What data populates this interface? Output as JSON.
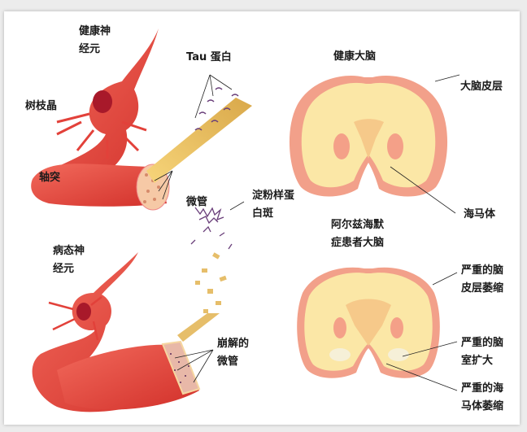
{
  "healthy_neuron": {
    "line1": "健康神",
    "line2": "经元"
  },
  "tau_protein": "Tau 蛋白",
  "dendrite": "树枝晶",
  "axon": "轴突",
  "microtubule": "微管",
  "amyloid_plaque": {
    "line1": "淀粉样蛋",
    "line2": "白斑"
  },
  "diseased_neuron": {
    "line1": "病态神",
    "line2": "经元"
  },
  "disintegrated_microtubule": {
    "line1": "崩解的",
    "line2": "微管"
  },
  "healthy_brain": {
    "title": "健康大脑",
    "cortex": "大脑皮层",
    "hippocampus": "海马体"
  },
  "alzheimer_brain": {
    "title_line1": "阿尔兹海默",
    "title_line2": "症患者大脑",
    "cortex_atrophy": {
      "line1": "严重的脑",
      "line2": "皮层萎缩"
    },
    "ventricle_enlarge": {
      "line1": "严重的脑",
      "line2": "室扩大"
    },
    "hippocampus_atrophy": {
      "line1": "严重的海",
      "line2": "马体萎缩"
    }
  },
  "colors": {
    "neuron": "#e2413a",
    "brain_outer": "#f2a08a",
    "brain_inner": "#fbe7a6",
    "tau": "#6a3f7a"
  }
}
